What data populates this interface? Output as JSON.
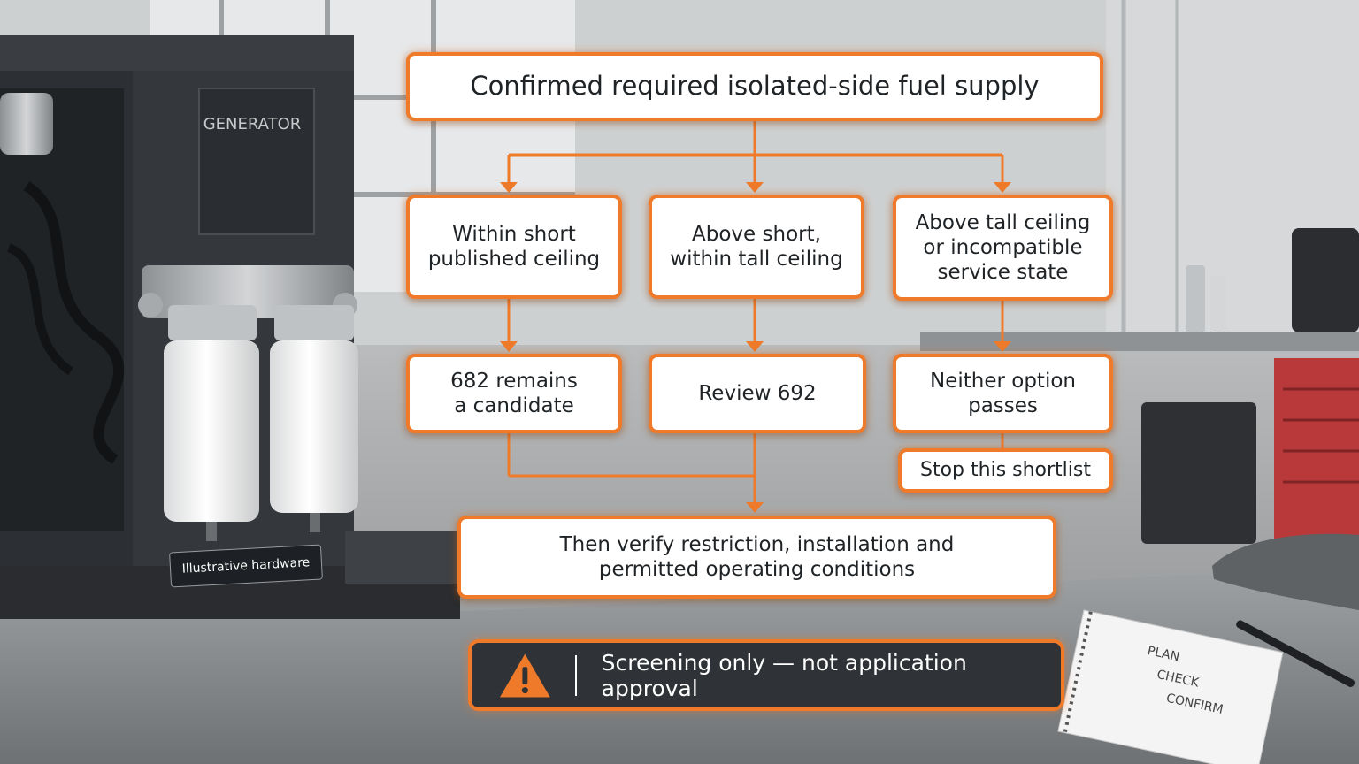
{
  "background": {
    "generator_label": "GENERATOR",
    "notepad_lines": [
      "PLAN",
      "CHECK",
      "CONFIRM"
    ]
  },
  "hardware_label": "Illustrative hardware",
  "flowchart": {
    "top": "Confirmed required isolated-side fuel supply",
    "branches": [
      {
        "condition": "Within short\npublished ceiling",
        "result": "682 remains\na candidate"
      },
      {
        "condition": "Above short,\nwithin tall ceiling",
        "result": "Review 692"
      },
      {
        "condition": "Above tall ceiling\nor incompatible\nservice state",
        "result": "Neither option\npasses"
      }
    ],
    "stop": "Stop this shortlist",
    "verify": "Then verify restriction, installation and\npermitted operating conditions"
  },
  "warning": {
    "text": "Screening only — not application approval",
    "icon": "warning-triangle-icon"
  },
  "colors": {
    "accent": "#ee7a2a",
    "box_fill": "#ffffff",
    "text_dark": "#1f2326",
    "warning_fill": "#2f3337"
  }
}
